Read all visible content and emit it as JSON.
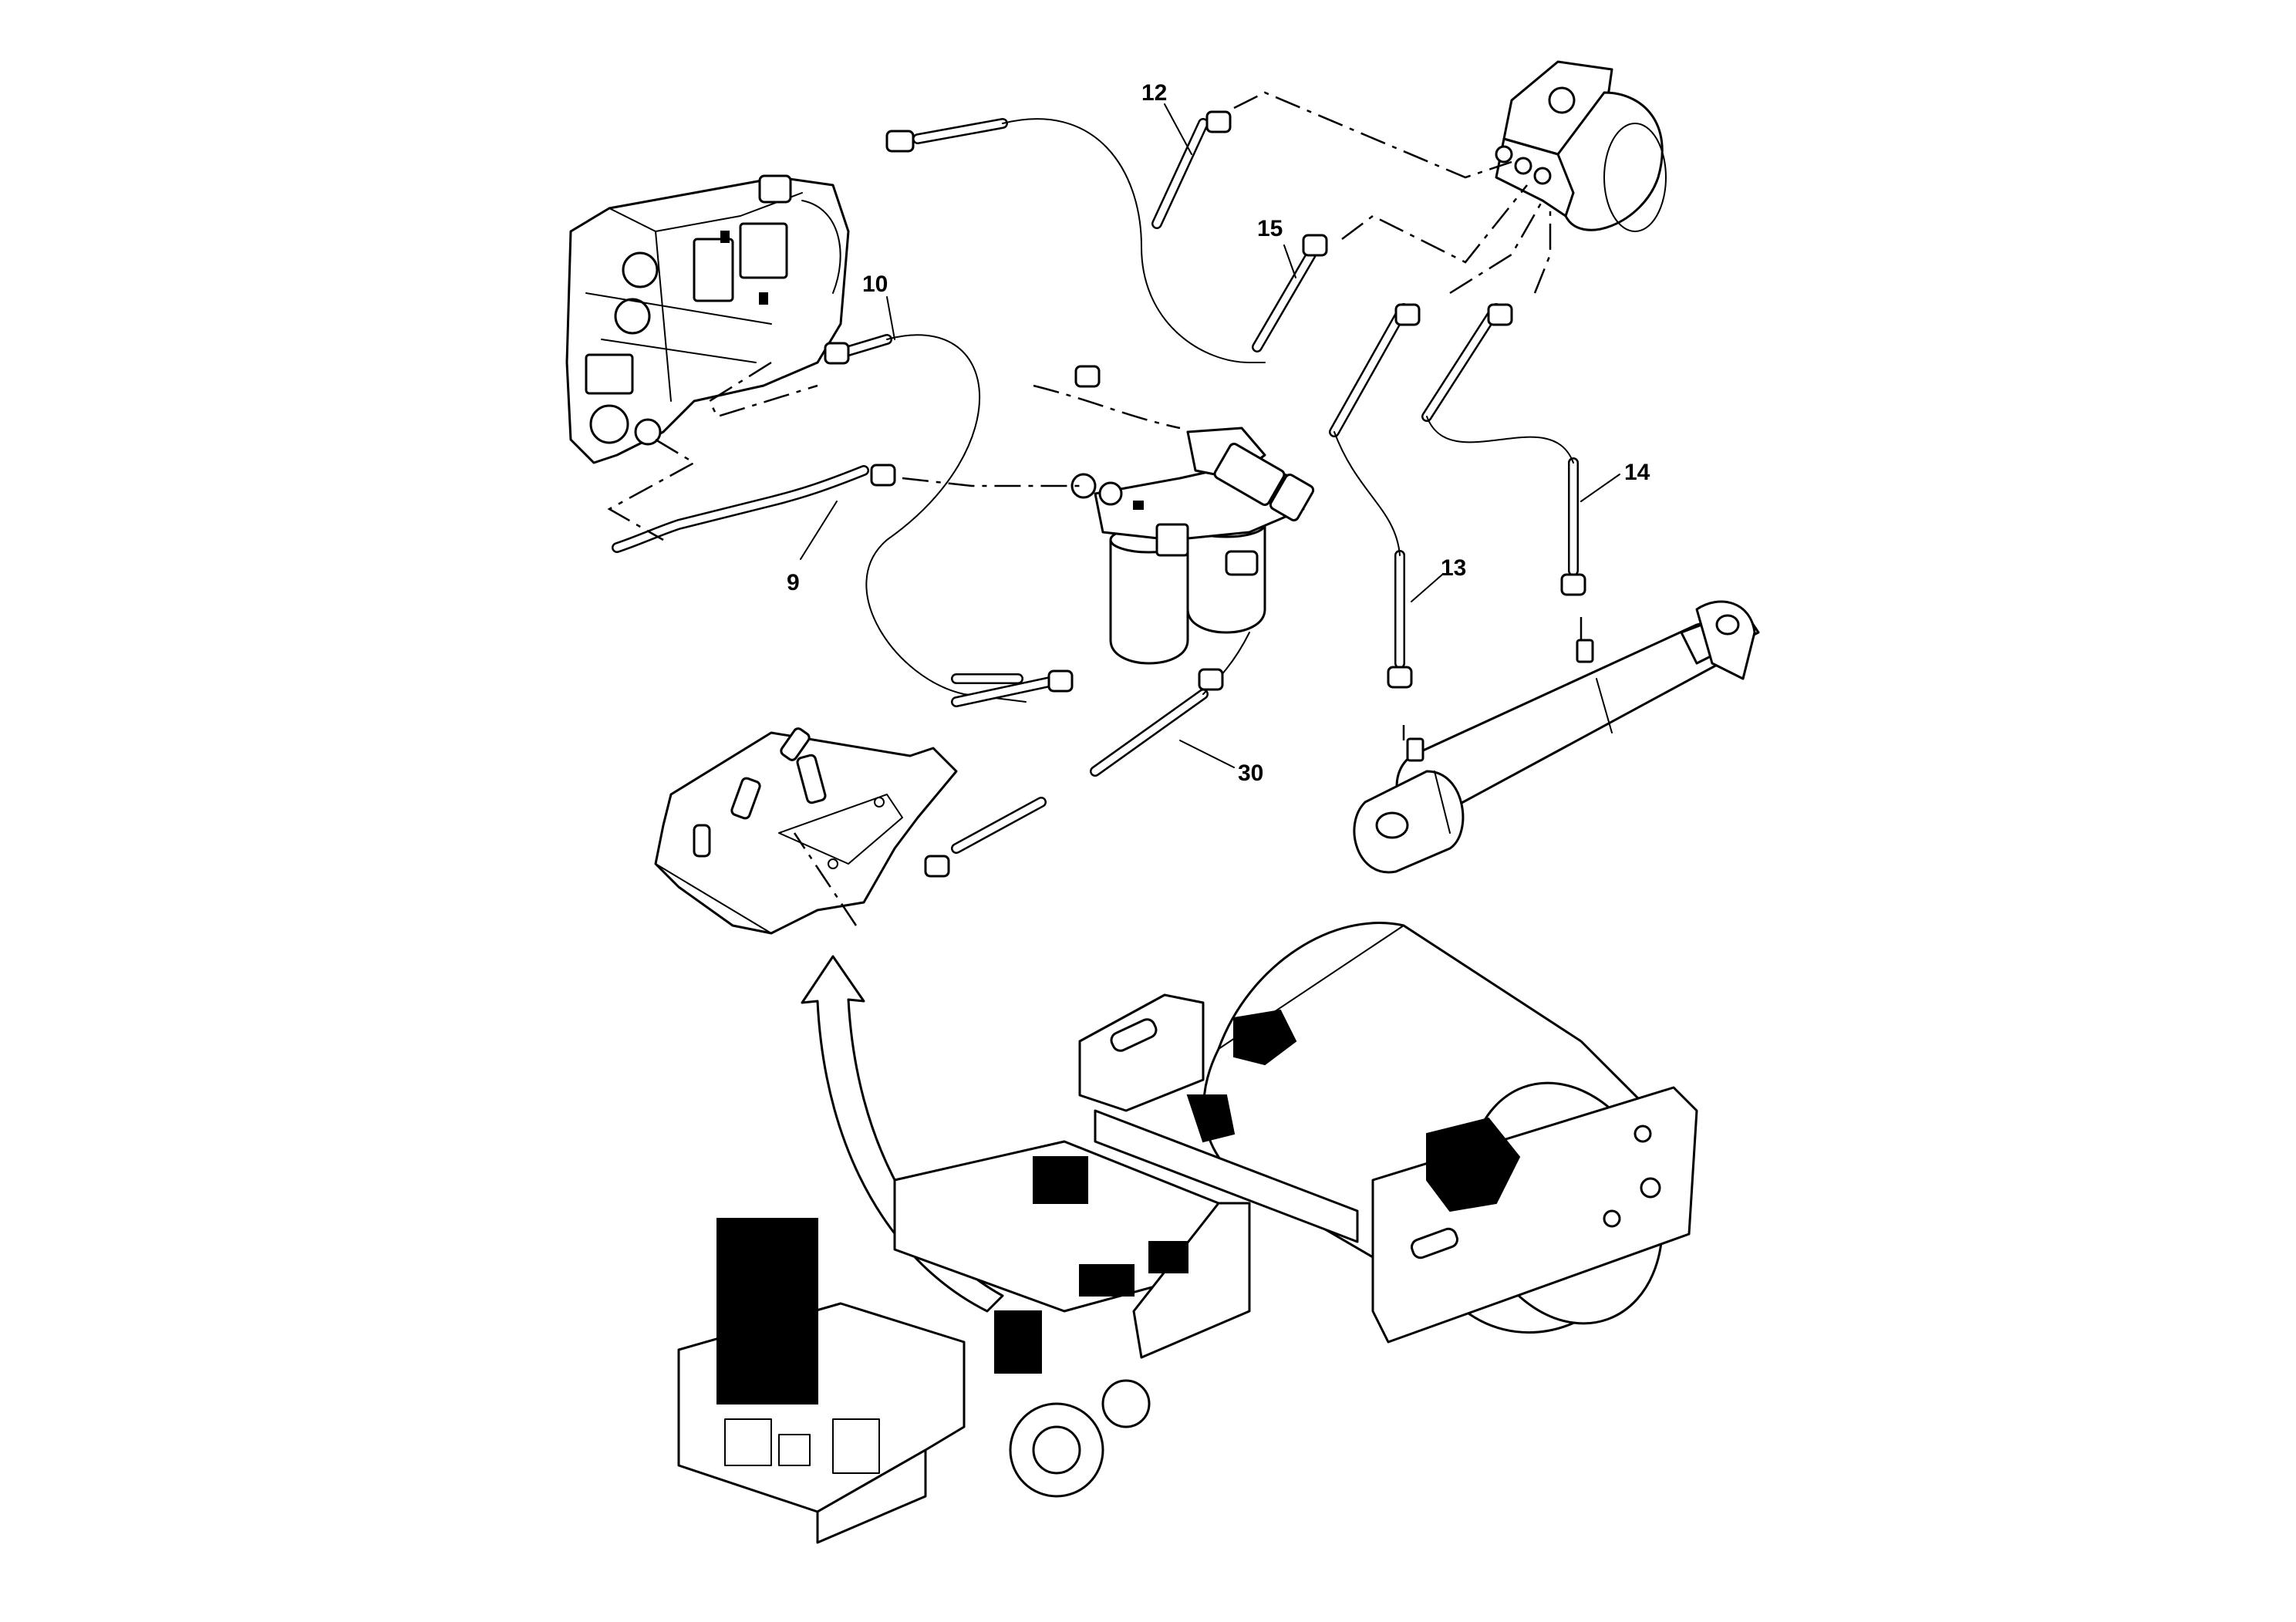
{
  "callouts": {
    "c9": "9",
    "c10": "10",
    "c12": "12",
    "c13": "13",
    "c14": "14",
    "c15": "15",
    "c30": "30"
  }
}
